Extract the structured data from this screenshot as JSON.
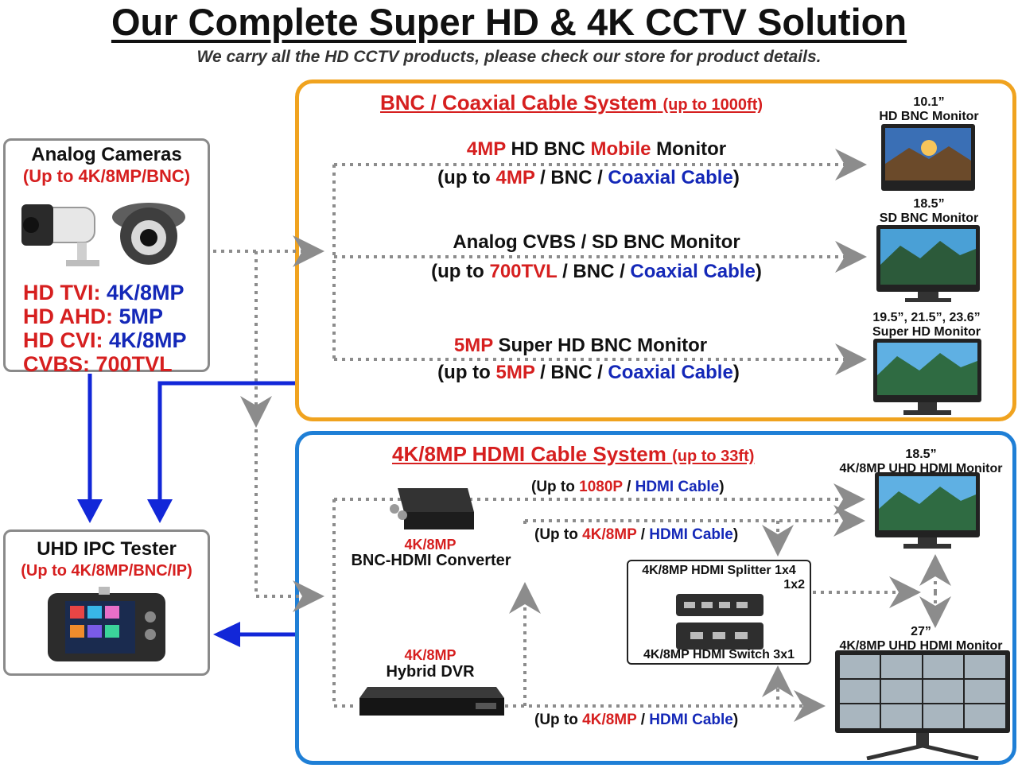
{
  "header": {
    "title": "Our Complete Super HD & 4K CCTV Solution",
    "subtitle": "We carry all the HD CCTV products, please check our store for product details."
  },
  "analog": {
    "title": "Analog Cameras",
    "subtitle": "(Up to 4K/8MP/BNC)",
    "specs": [
      {
        "label": "HD TVI:",
        "value": "4K/8MP"
      },
      {
        "label": "HD AHD:",
        "value": "5MP"
      },
      {
        "label": "HD CVI:",
        "value": "4K/8MP"
      },
      {
        "label": "CVBS:",
        "value": "700TVL"
      }
    ]
  },
  "tester": {
    "title": "UHD IPC Tester",
    "subtitle": "(Up to 4K/8MP/BNC/IP)"
  },
  "bnc": {
    "title": "BNC / Coaxial Cable System",
    "range": "(up to 1000ft)",
    "rows": [
      {
        "name_pre": "4MP",
        "name_mid": " HD BNC ",
        "name_hl": "Mobile",
        "name_post": " Monitor",
        "spec_a": "(up to ",
        "spec_b": "4MP",
        "spec_c": " / BNC / ",
        "spec_d": "Coaxial Cable",
        "spec_e": ")"
      },
      {
        "name_pre": "",
        "name_mid": "Analog CVBS / SD BNC Monitor",
        "name_hl": "",
        "name_post": "",
        "spec_a": "(up to ",
        "spec_b": "700TVL",
        "spec_c": " / BNC / ",
        "spec_d": "Coaxial Cable",
        "spec_e": ")"
      },
      {
        "name_pre": "5MP",
        "name_mid": " Super HD BNC Monitor",
        "name_hl": "",
        "name_post": "",
        "spec_a": "(up to ",
        "spec_b": "5MP",
        "spec_c": " / BNC / ",
        "spec_d": "Coaxial Cable",
        "spec_e": ")"
      }
    ],
    "monitors": [
      {
        "size": "10.1”",
        "name": "HD BNC Monitor"
      },
      {
        "size": "18.5”",
        "name": "SD BNC Monitor"
      },
      {
        "size": "19.5”, 21.5”, 23.6”",
        "name": "Super HD Monitor"
      }
    ]
  },
  "hdmi": {
    "title": "4K/8MP HDMI Cable System",
    "range": "(up to 33ft)",
    "converter": {
      "res": "4K/8MP",
      "name": "BNC-HDMI Converter"
    },
    "dvr": {
      "res": "4K/8MP",
      "name": "Hybrid DVR"
    },
    "splitter": {
      "line1": "4K/8MP HDMI Splitter 1x4",
      "line2": "1x2",
      "switch": "4K/8MP HDMI Switch 3x1"
    },
    "links": [
      {
        "a": "(Up to ",
        "b": "1080P",
        "c": " / ",
        "d": "HDMI Cable",
        "e": ")"
      },
      {
        "a": "(Up to ",
        "b": "4K/8MP",
        "c": " / ",
        "d": "HDMI Cable",
        "e": ")"
      },
      {
        "a": "(Up to ",
        "b": "4K/8MP",
        "c": " / ",
        "d": "HDMI Cable",
        "e": ")"
      }
    ],
    "monitors": [
      {
        "size": "18.5”",
        "name": "4K/8MP UHD HDMI Monitor"
      },
      {
        "size": "27”",
        "name": "4K/8MP UHD HDMI Monitor"
      }
    ]
  },
  "colors": {
    "orange": "#f0a31f",
    "blue_frame": "#1f7fd6",
    "red": "#d61f1f",
    "blue_text": "#1428b8",
    "arrow_blue": "#1227d8"
  }
}
